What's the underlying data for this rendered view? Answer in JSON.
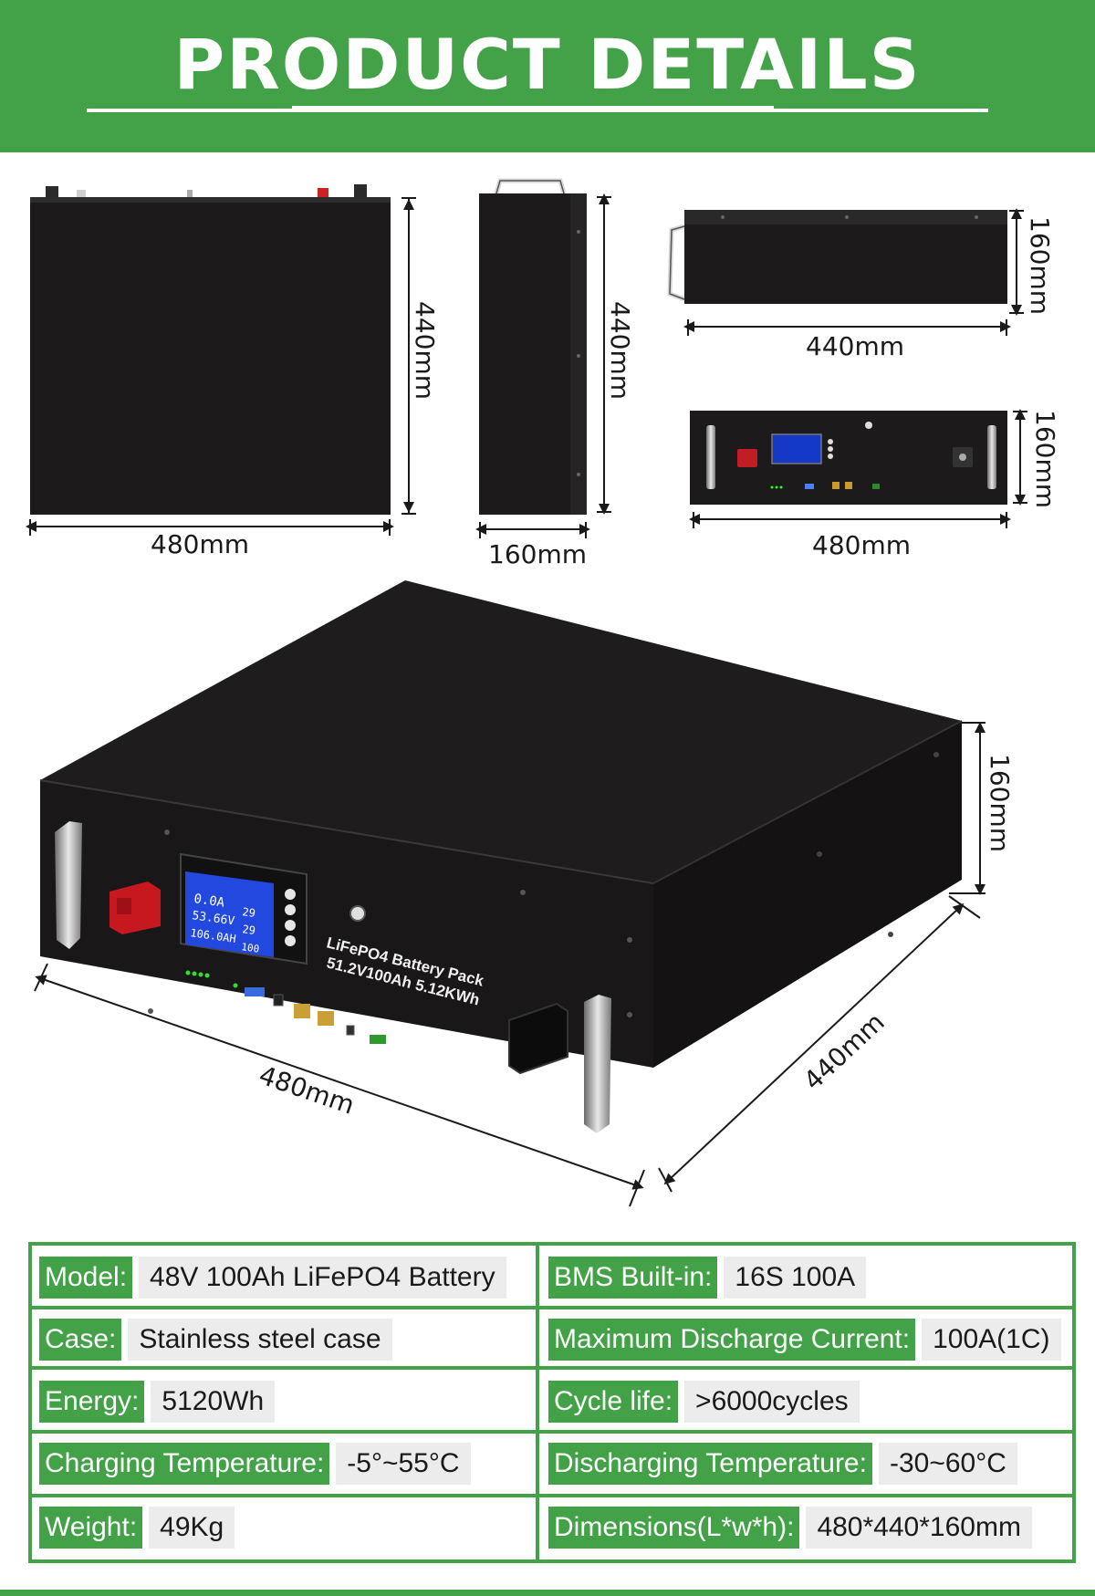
{
  "header": {
    "title": "PRODUCT DETAILS"
  },
  "dimensions": {
    "front_width": "480mm",
    "front_height": "440mm",
    "side_height": "440mm",
    "side_width": "160mm",
    "top_height": "160mm",
    "top_length": "440mm",
    "panel_height": "160mm",
    "panel_width": "480mm",
    "iso_width": "480mm",
    "iso_depth": "440mm",
    "iso_height": "160mm"
  },
  "device": {
    "label_line1": "LiFePO4 Battery Pack",
    "label_line2": "51.2V100Ah 5.12KWh",
    "lcd_line1": "0.0A",
    "lcd_line2": "53.66V",
    "lcd_line3": "106.0AH",
    "lcd_temp1": "29",
    "lcd_temp2": "29",
    "lcd_pct": "100"
  },
  "specs": [
    {
      "label": "Model:",
      "value": "48V 100Ah LiFePO4 Battery"
    },
    {
      "label": "BMS Built-in:",
      "value": "16S 100A"
    },
    {
      "label": "Case:",
      "value": "Stainless steel case"
    },
    {
      "label": "Maximum Discharge Current:",
      "value": "100A(1C)"
    },
    {
      "label": "Energy:",
      "value": "5120Wh"
    },
    {
      "label": "Cycle life:",
      "value": ">6000cycles"
    },
    {
      "label": "Charging Temperature:",
      "value": "-5°~55°C"
    },
    {
      "label": "Discharging Temperature:",
      "value": "-30~60°C"
    },
    {
      "label": "Weight:",
      "value": "49Kg"
    },
    {
      "label": "Dimensions(L*w*h):",
      "value": "480*440*160mm"
    }
  ],
  "colors": {
    "accent": "#43a247",
    "battery": "#1c1a1a",
    "value_bg": "#ececec"
  }
}
